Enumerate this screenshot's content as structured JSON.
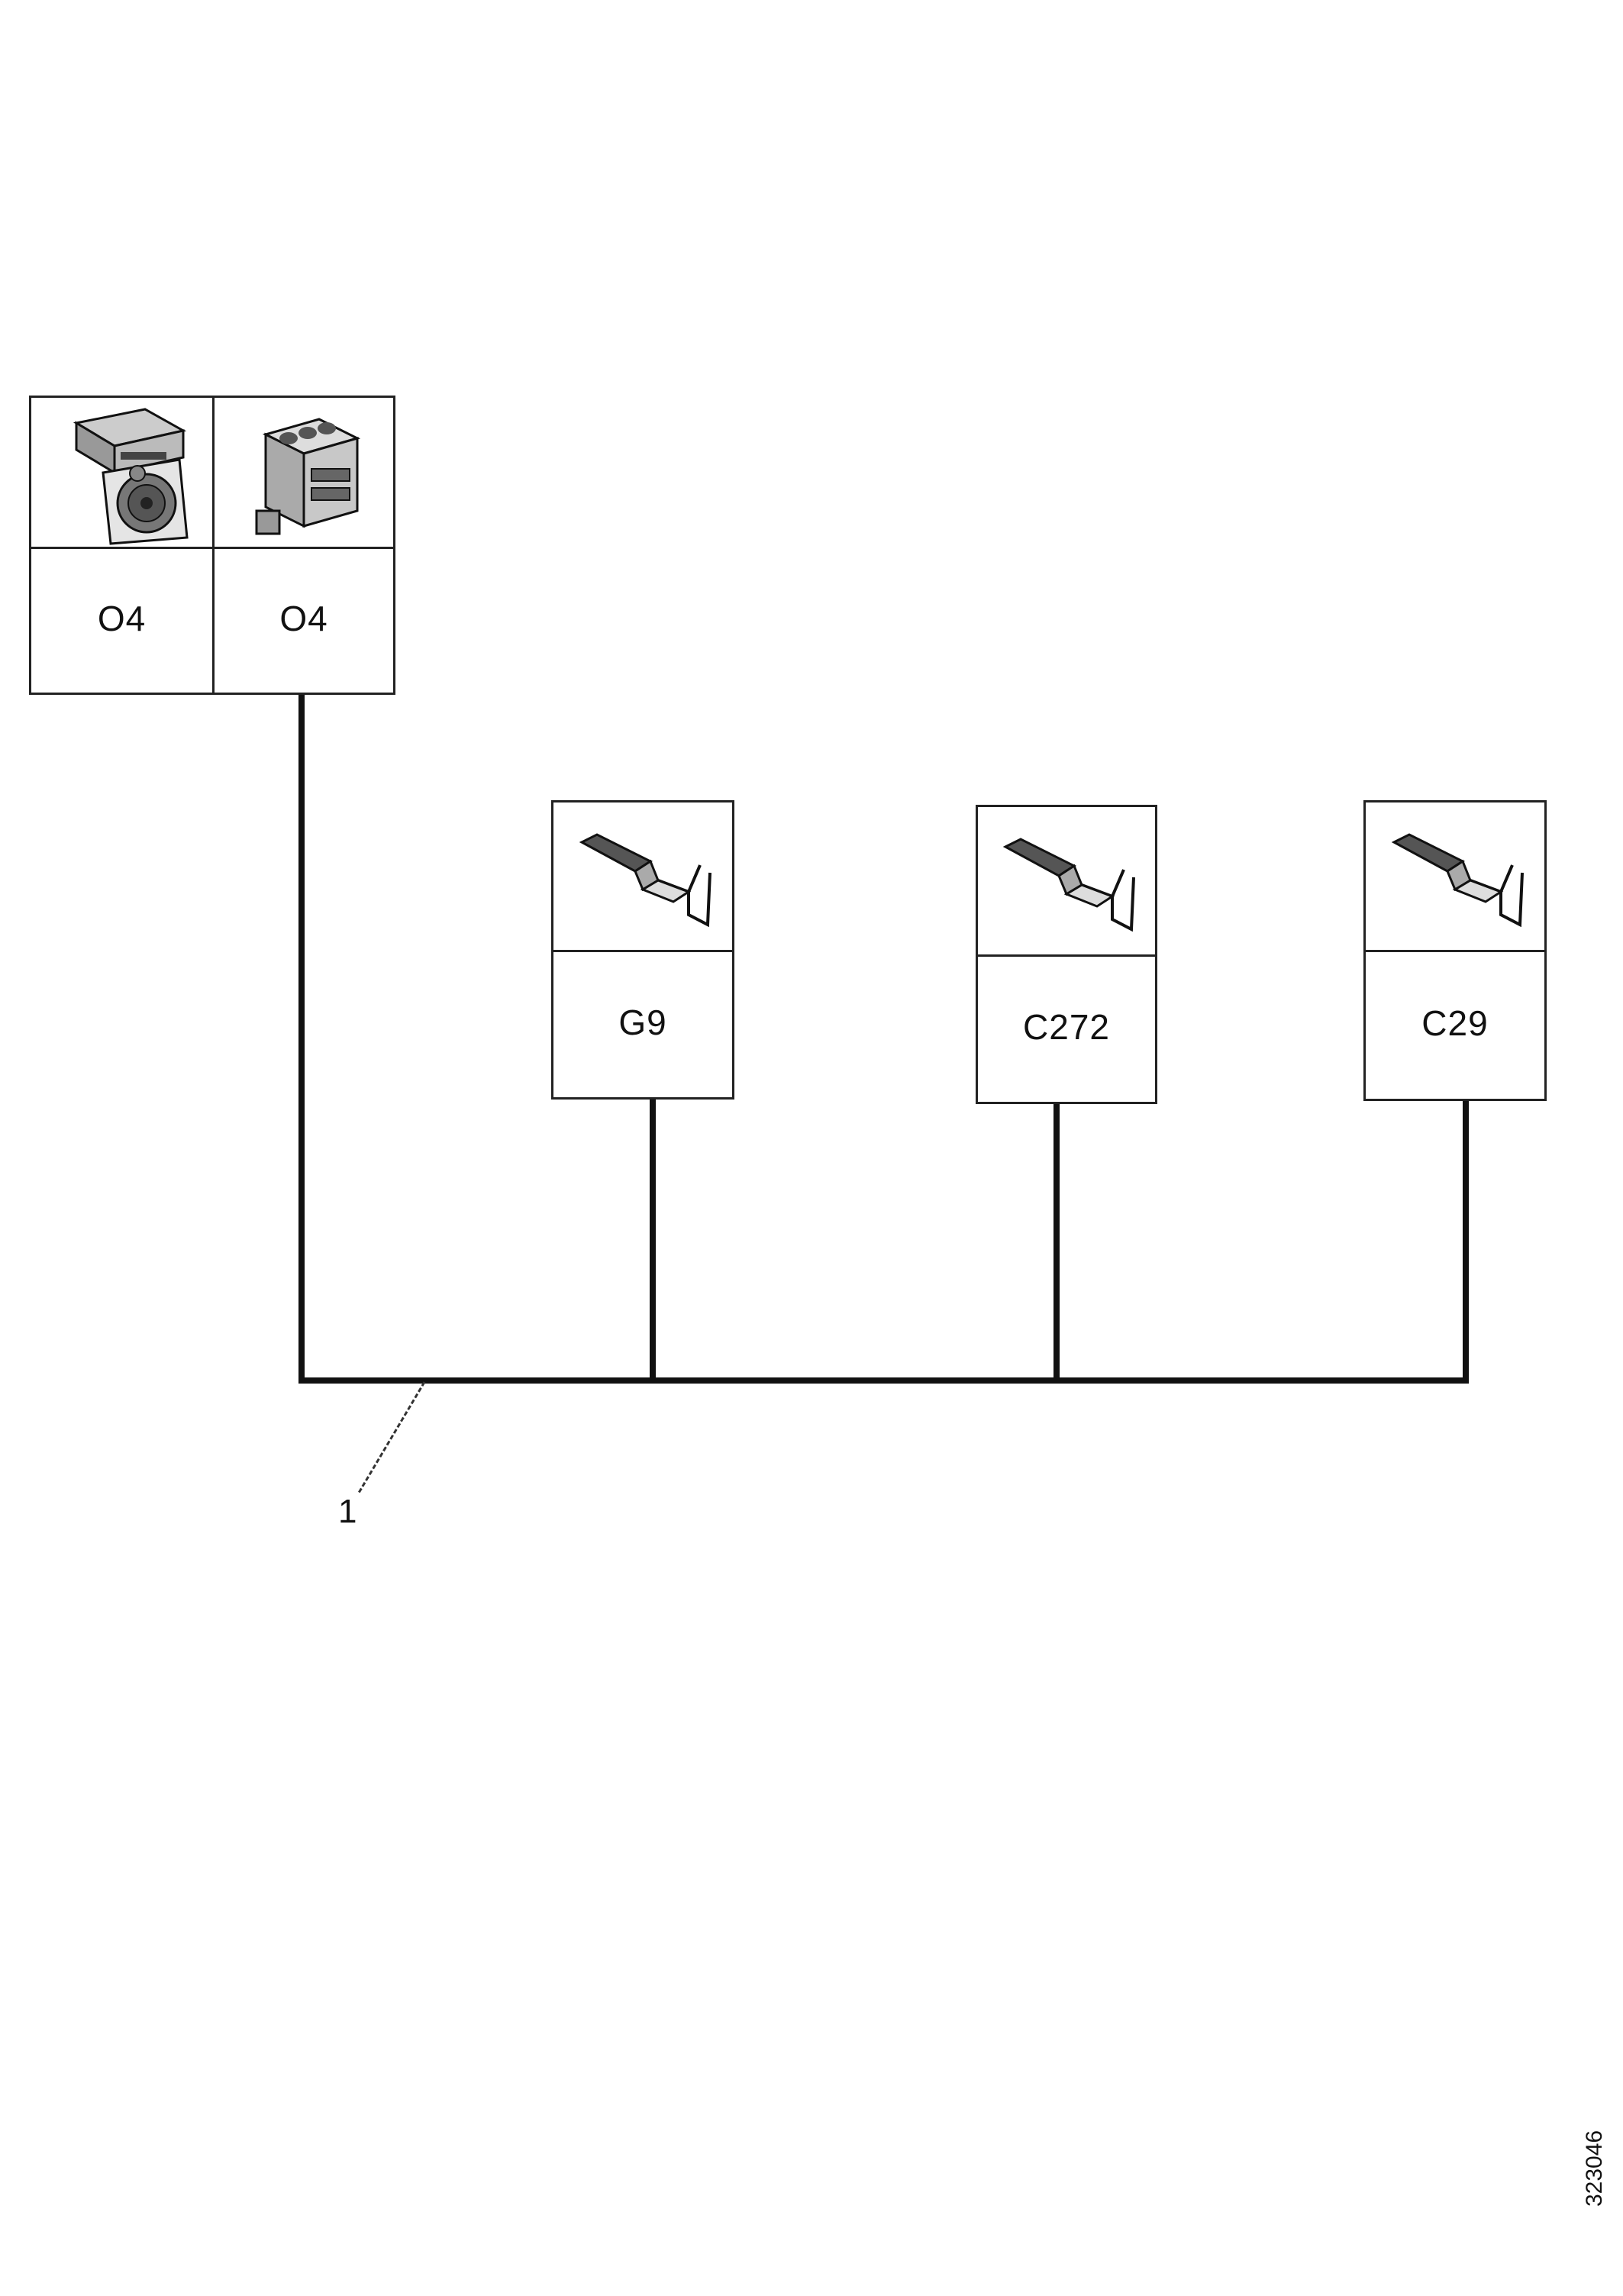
{
  "connectors": {
    "first_pair": [
      {
        "label": "O4",
        "icon": "control-unit-with-speaker-icon"
      },
      {
        "label": "O4",
        "icon": "multi-pin-connector-housing-icon"
      }
    ],
    "g9": {
      "label": "G9",
      "icon": "crimp-terminal-icon"
    },
    "c272": {
      "label": "C272",
      "icon": "crimp-terminal-icon"
    },
    "c29": {
      "label": "C29",
      "icon": "crimp-terminal-icon"
    }
  },
  "callout": {
    "number": "1"
  },
  "document_number": "323046",
  "colors": {
    "line": "#111111",
    "background": "#ffffff"
  }
}
